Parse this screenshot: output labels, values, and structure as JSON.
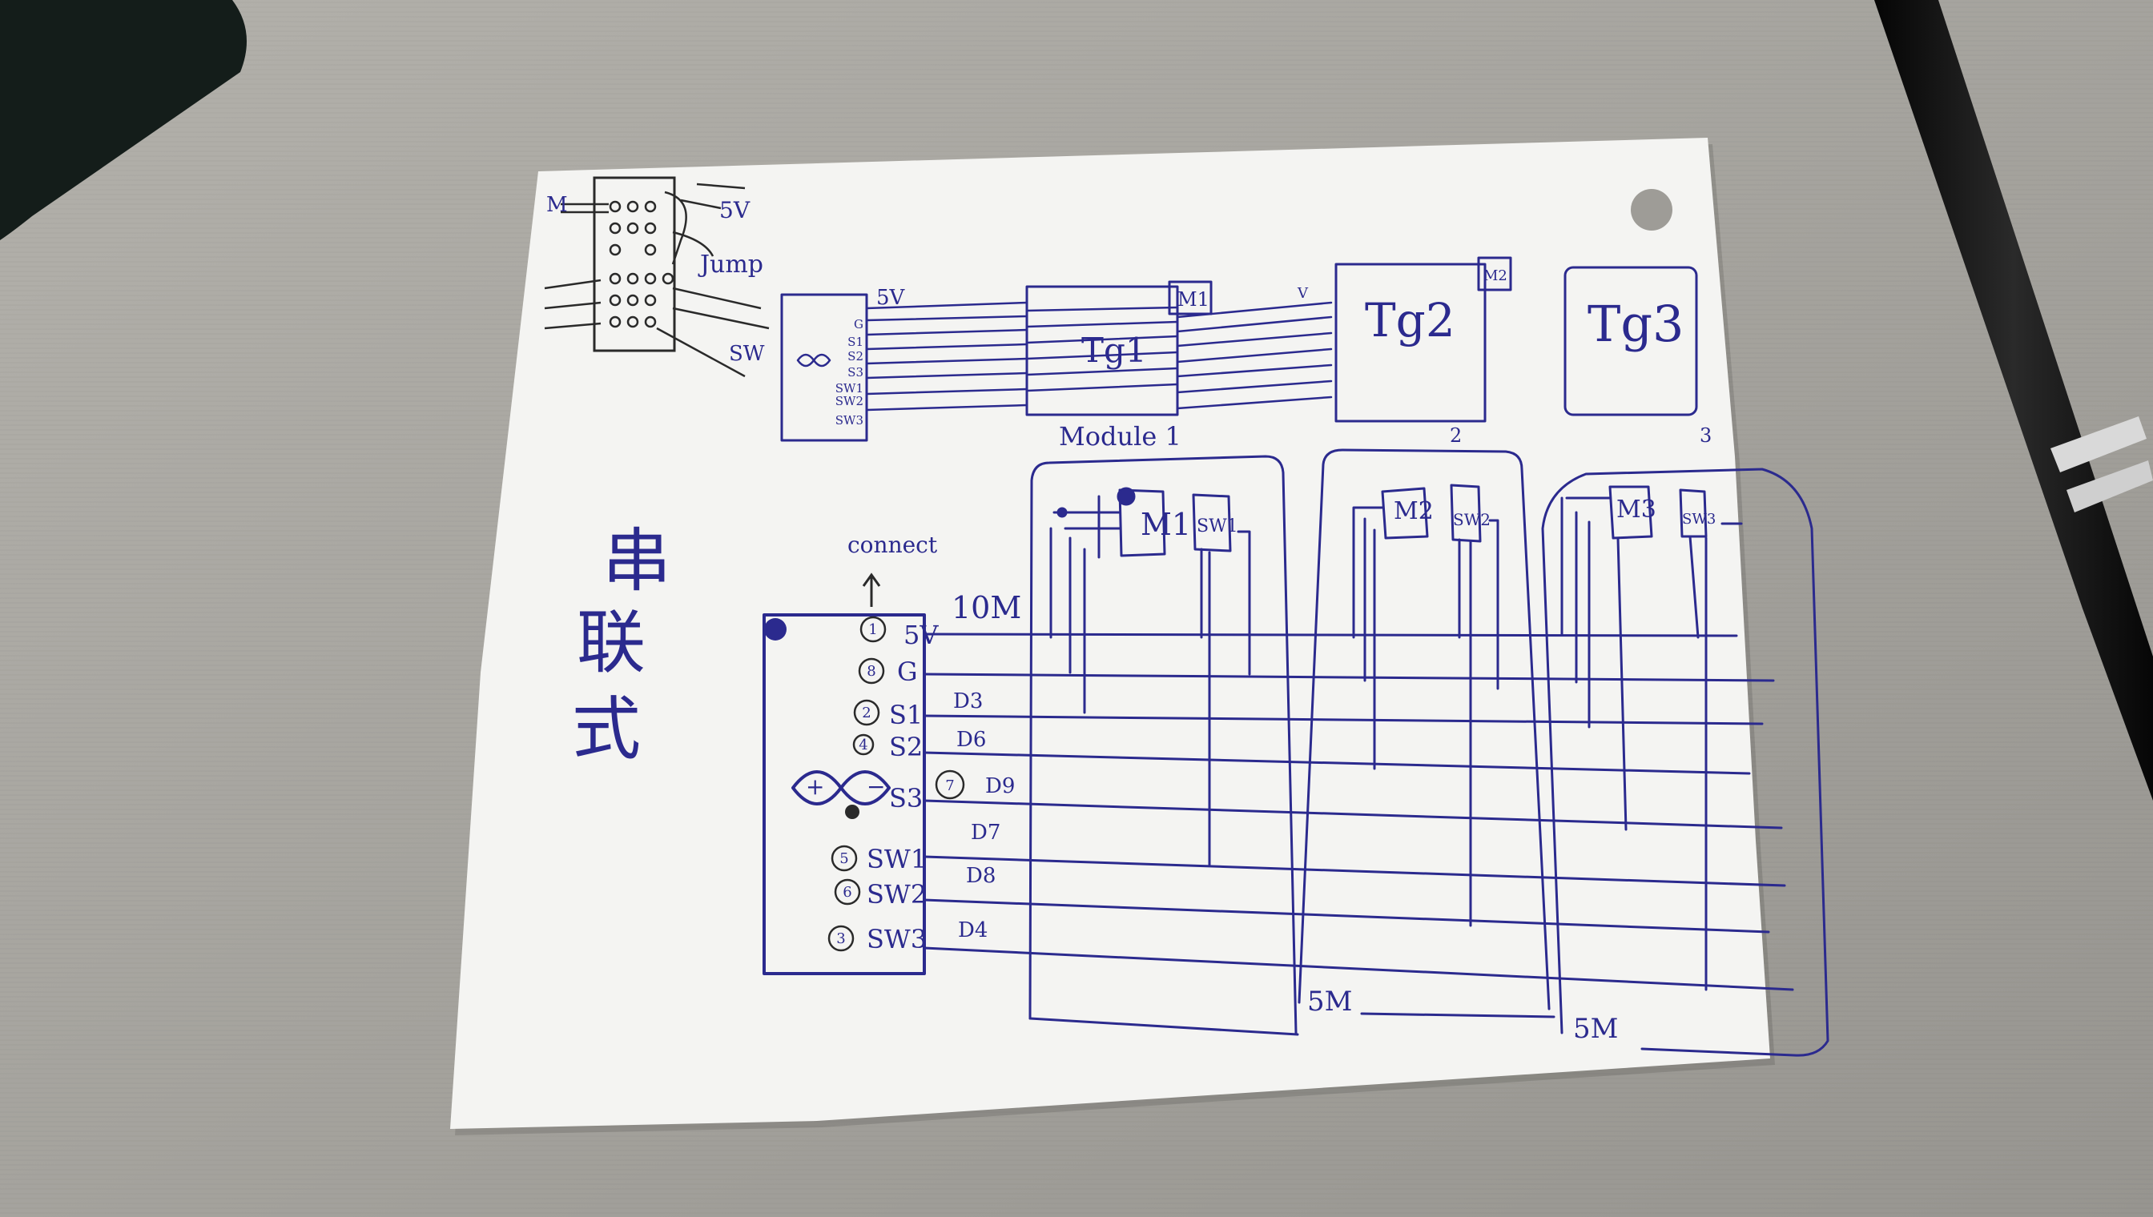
{
  "photo": {
    "colors": {
      "desk": "#a8a6a0",
      "desk_shade": "#8f8d88",
      "paper": "#f4f4f2",
      "ink": "#2b2a8e",
      "dark_ink": "#2a2a2a",
      "pen_body": "#121212",
      "pen_band": "#d9d9d9",
      "pouch": "#141d1a"
    }
  },
  "sketch": {
    "jumper": {
      "m_label": "M",
      "five_v": "5V",
      "jump": "Jump",
      "sw": "SW"
    },
    "top_connector": {
      "pins": [
        "G",
        "S1",
        "S2",
        "S3",
        "SW1",
        "SW2",
        "SW3"
      ],
      "five_v": "5V"
    },
    "modules_top": [
      {
        "label": "Tg1",
        "m_tag": "M1",
        "number": ""
      },
      {
        "label": "Tg2",
        "m_tag": "M2",
        "number": "2"
      },
      {
        "label": "Tg3",
        "m_tag": "",
        "number": "3"
      }
    ],
    "module_caption": "Module 1",
    "v_label": "V",
    "chinese_title": [
      "串",
      "联",
      "式"
    ],
    "connect_label": "connect",
    "cable_label": "10M",
    "main_connector": {
      "pins": [
        {
          "circle": "1",
          "name": "5V",
          "arduino": ""
        },
        {
          "circle": "8",
          "name": "G",
          "arduino": ""
        },
        {
          "circle": "2",
          "name": "S1",
          "arduino": "D3"
        },
        {
          "circle": "4",
          "name": "S2",
          "arduino": "D6"
        },
        {
          "circle": "",
          "name": "S3",
          "arduino": "D9"
        },
        {
          "circle": "5",
          "name": "SW1",
          "arduino": "D7"
        },
        {
          "circle": "6",
          "name": "SW2",
          "arduino": "D8"
        },
        {
          "circle": "3",
          "name": "SW3",
          "arduino": "D4"
        }
      ],
      "extra_circle": "7"
    },
    "modules_bottom": [
      {
        "motor": "M1",
        "switch": "SW1"
      },
      {
        "motor": "M2",
        "switch": "SW2"
      },
      {
        "motor": "M3",
        "switch": "SW3"
      }
    ],
    "segment_labels": [
      "5M",
      "5M"
    ]
  }
}
